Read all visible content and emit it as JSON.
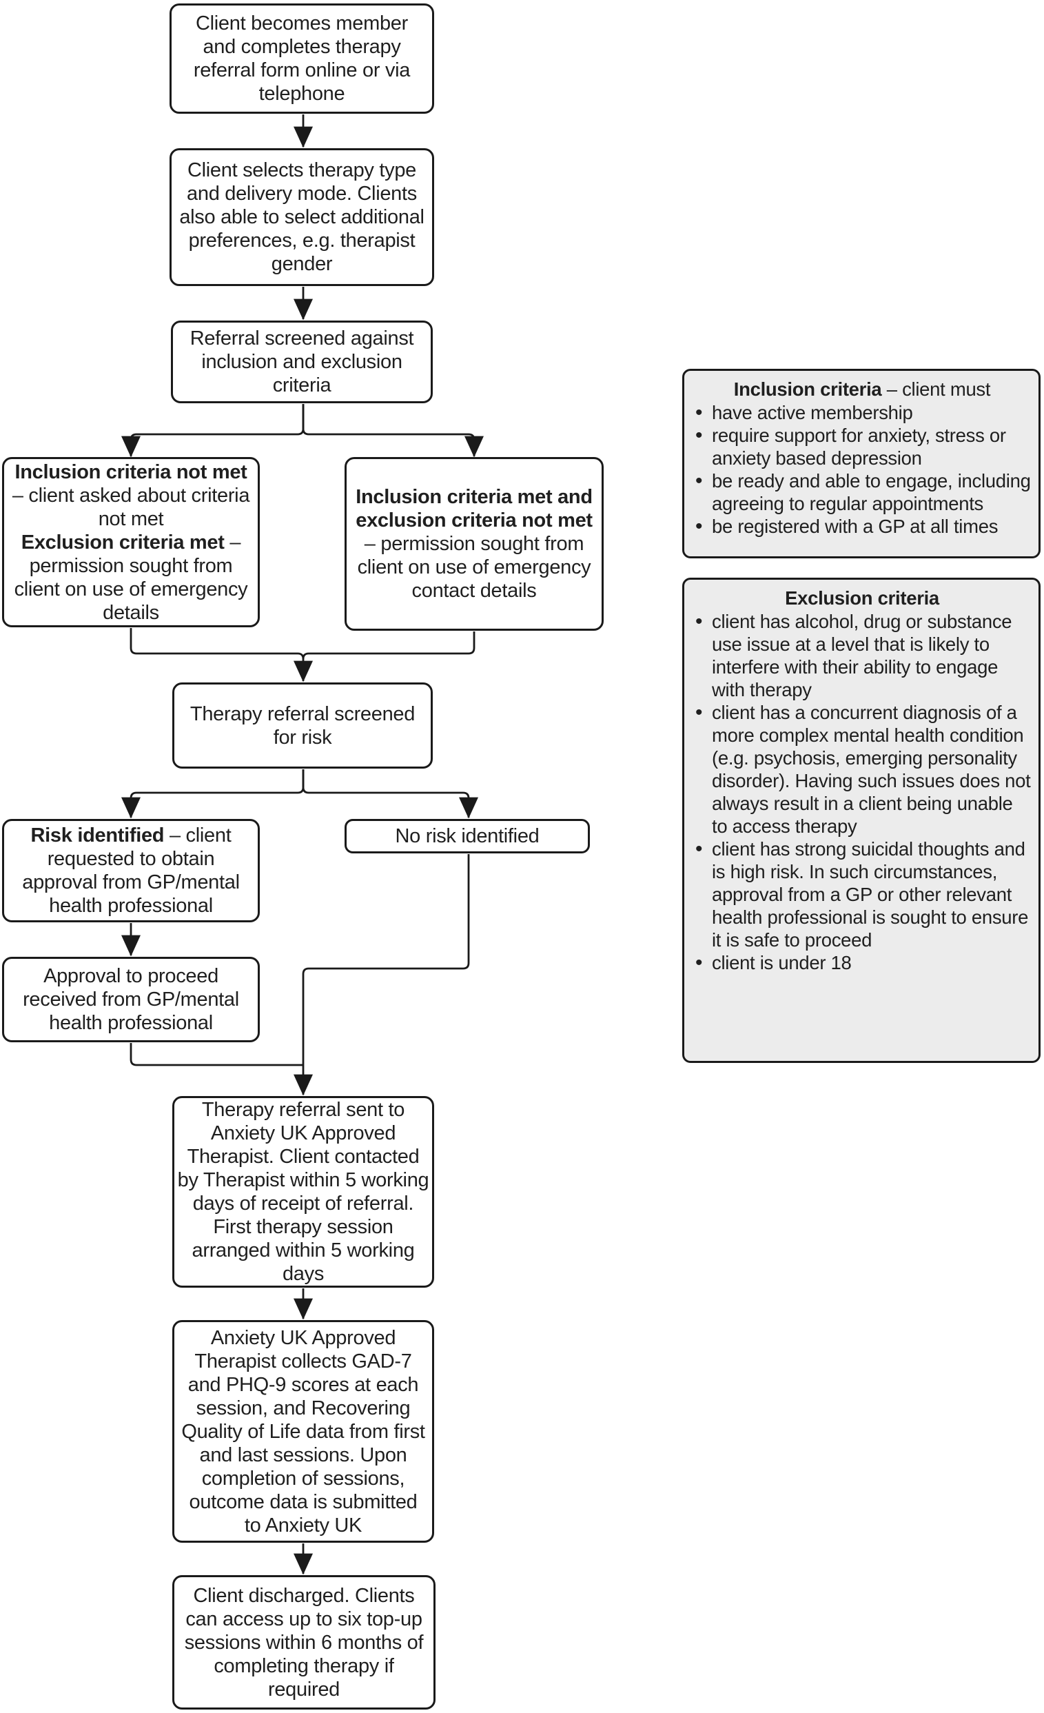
{
  "flow": {
    "step_member": "Client becomes member and completes therapy referral form online or via telephone",
    "step_select": "Client selects therapy type and delivery mode. Clients also able to select additional preferences, e.g. therapist gender",
    "step_screened": "Referral screened against inclusion and exclusion criteria",
    "branch_not_met": {
      "bold1": "Inclusion criteria not met",
      "text1": " – client asked about criteria not met",
      "bold2": "Exclusion criteria met",
      "text2": " – permission sought from client on use of emergency details"
    },
    "branch_met": {
      "bold": "Inclusion criteria met and exclusion criteria not met",
      "text": " – permission sought from client on use of emergency contact details"
    },
    "risk_screen": "Therapy referral screened for risk",
    "risk_identified": {
      "bold": "Risk identified",
      "text": " – client requested to obtain approval from GP/mental health professional"
    },
    "no_risk": "No risk identified",
    "approval": "Approval to proceed received from GP/mental health professional",
    "referral_sent": "Therapy referral sent to Anxiety UK Approved Therapist. Client contacted by Therapist within 5 working days of receipt of referral. First therapy session arranged within 5 working days",
    "outcome_data": "Anxiety UK Approved Therapist collects GAD-7 and PHQ-9 scores at each session, and Recovering Quality of Life data from first and last sessions. Upon completion of sessions, outcome data is submitted to Anxiety UK",
    "discharge": "Client discharged. Clients can access up to six top-up sessions within 6 months of completing therapy if required"
  },
  "inclusion": {
    "title_bold": "Inclusion criteria",
    "title_rest": " – client must",
    "bullets": [
      "have active membership",
      "require support for anxiety, stress or anxiety based depression",
      "be ready and able to engage, including agreeing to regular appointments",
      "be registered with a GP at all times"
    ]
  },
  "exclusion": {
    "title": "Exclusion criteria",
    "bullets": [
      "client has alcohol, drug or substance use issue at a level that is likely to interfere with their ability to engage with therapy",
      "client has a concurrent diagnosis of a more complex mental health condition (e.g. psychosis, emerging personality disorder). Having such issues does not always result in a client being unable to access therapy",
      "client has strong suicidal thoughts and is high risk. In such circumstances, approval from a GP or other relevant health professional is sought to ensure it is safe to proceed",
      "client is under 18"
    ]
  },
  "colors": {
    "stroke": "#1a1a1a",
    "panel_fill": "#ececec",
    "node_fill": "#ffffff",
    "text": "#1f1f1f"
  }
}
